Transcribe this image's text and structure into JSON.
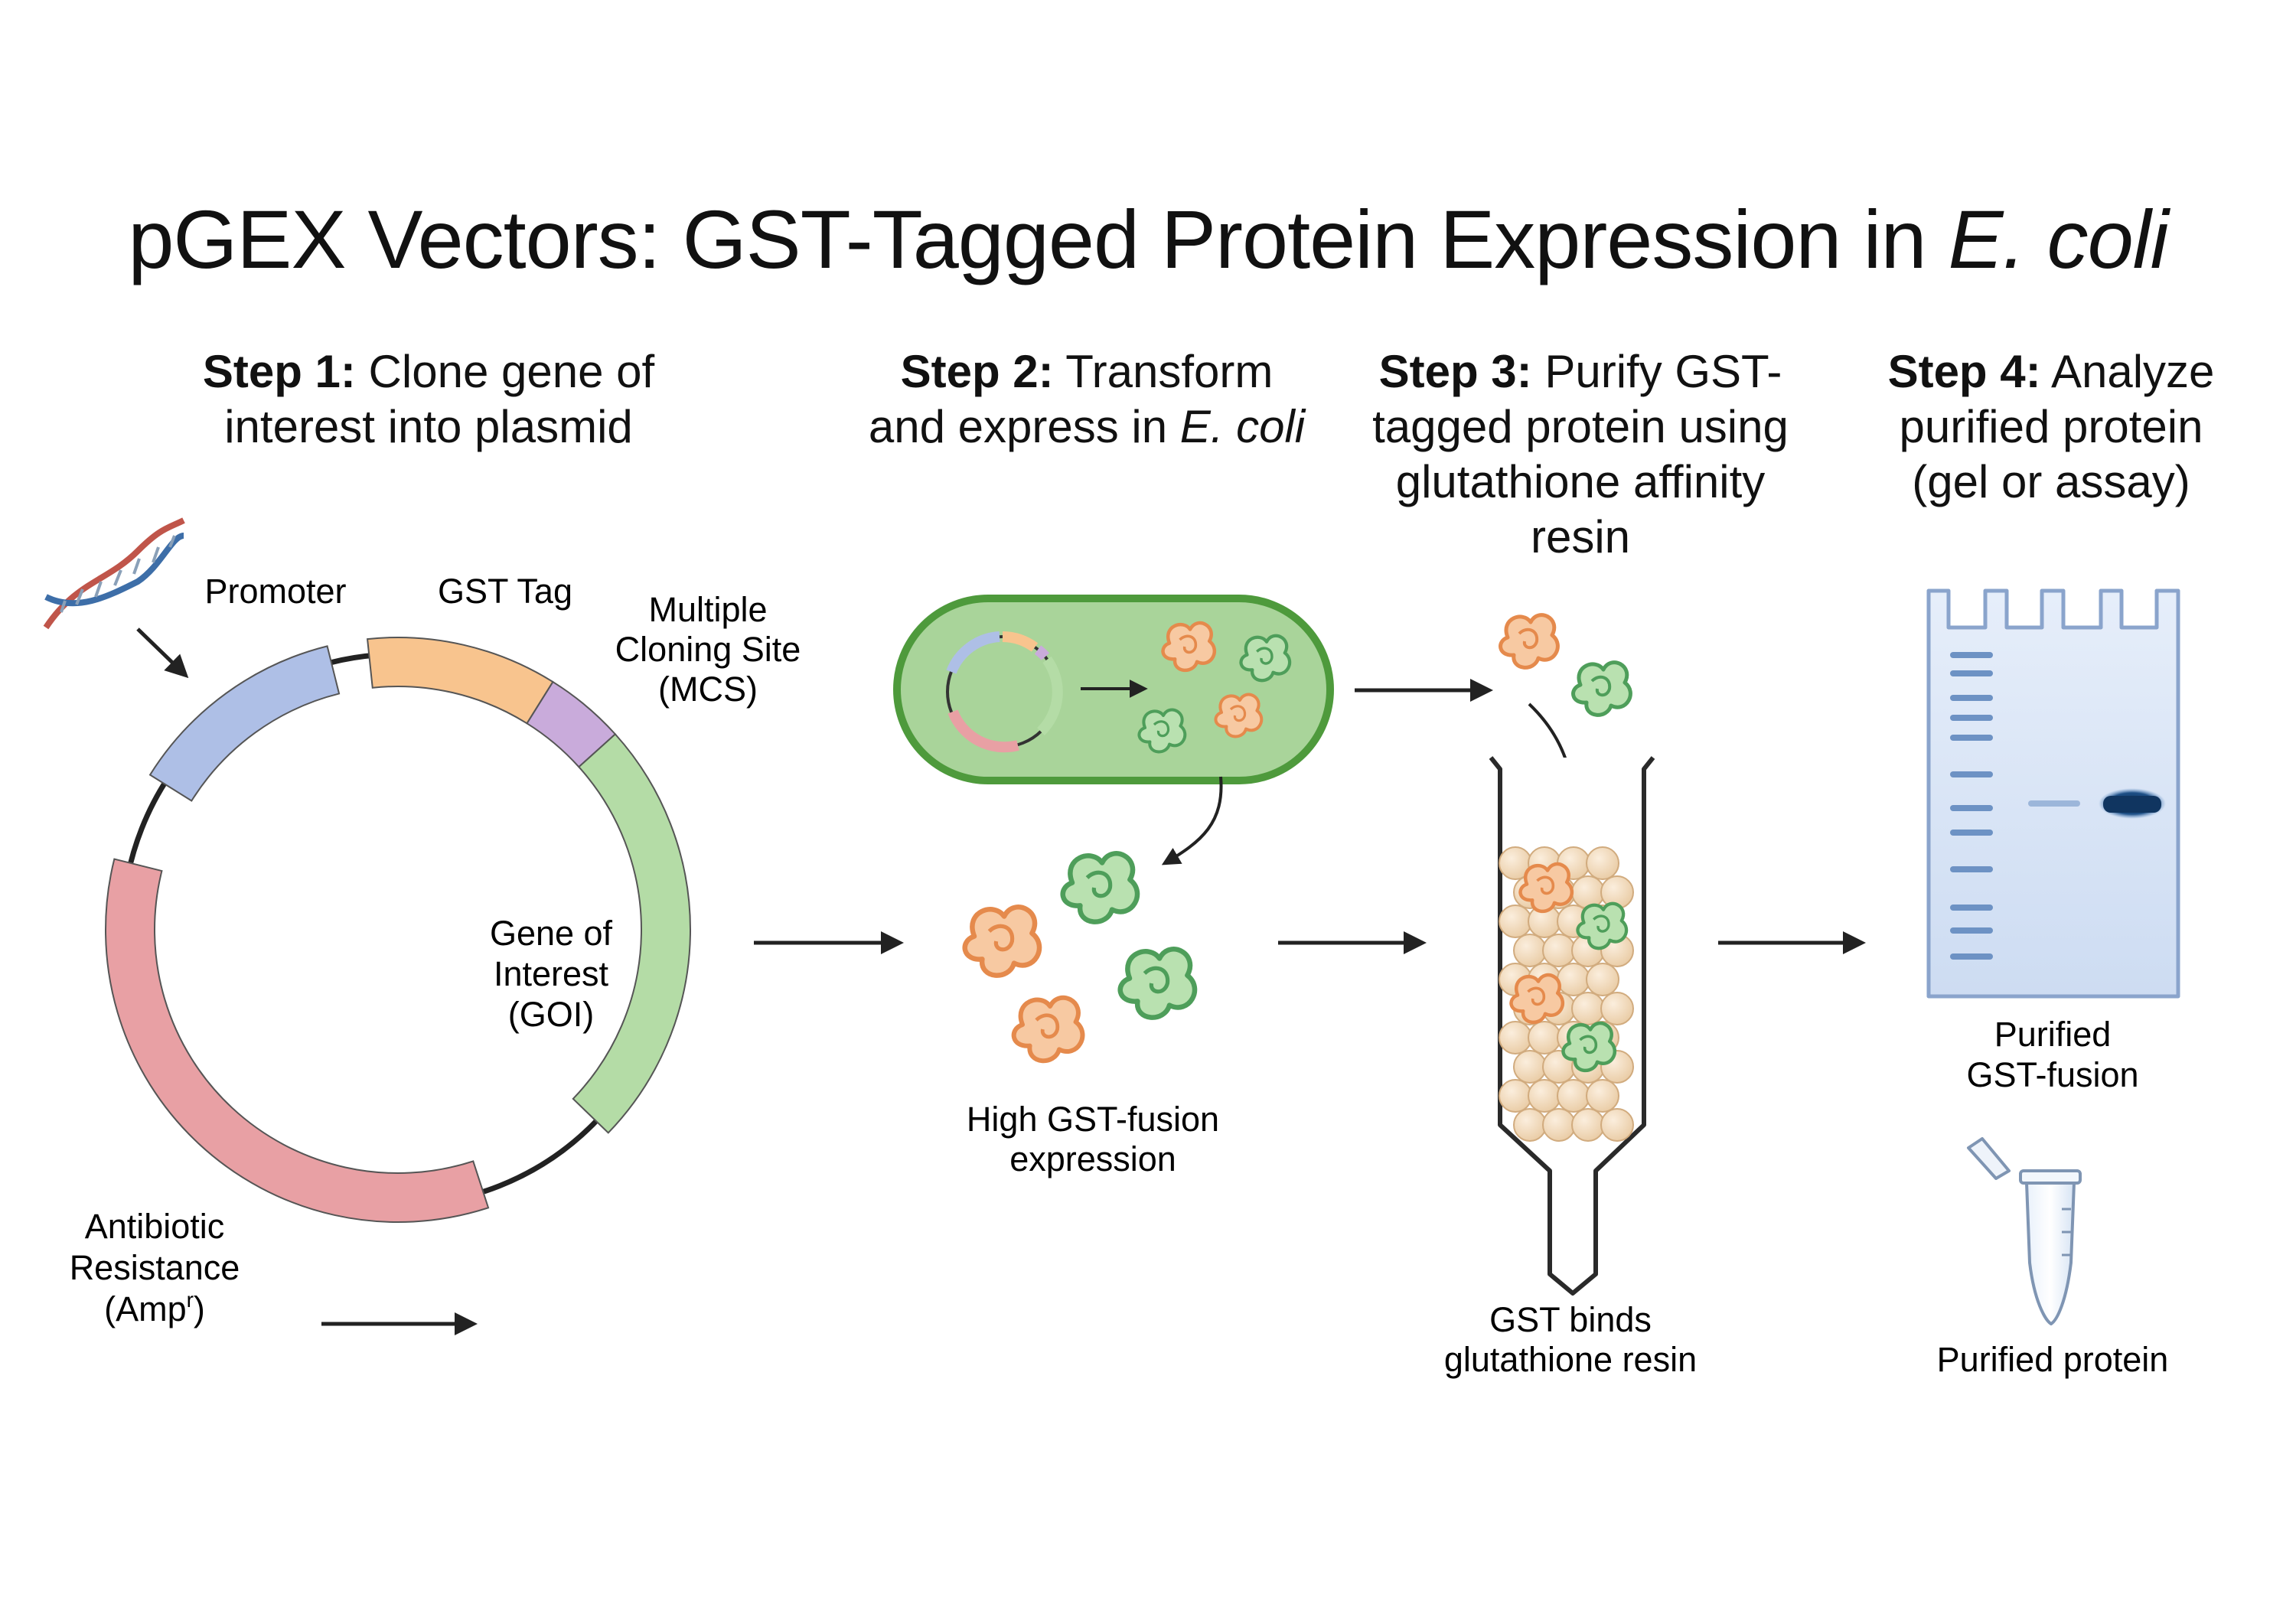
{
  "title": {
    "main": "pGEX Vectors: GST-Tagged Protein Expression in ",
    "organism": "E. coli"
  },
  "steps": [
    {
      "label": "Step 1:",
      "line1": " Clone gene of",
      "line2": "interest into plasmid"
    },
    {
      "label": "Step 2:",
      "line1": " Transform",
      "line2a": "and express in ",
      "line2b": "E. coli"
    },
    {
      "label": "Step 3:",
      "line1": " Purify GST-",
      "line2": "tagged protein using",
      "line3": "glutathione affinity",
      "line4": "resin"
    },
    {
      "label": "Step 4:",
      "line1": " Analyze",
      "line2": "purified protein",
      "line3": "(gel or assay)"
    }
  ],
  "plasmid": {
    "promoter": "Promoter",
    "gst_tag": "GST Tag",
    "mcs": [
      "Multiple",
      "Cloning Site",
      "(MCS)"
    ],
    "goi": [
      "Gene of",
      "Interest",
      "(GOI)"
    ],
    "amp": [
      "Antibiotic",
      "Resistance",
      "(Amp",
      "r",
      ")"
    ]
  },
  "expression_label": [
    "High GST-fusion",
    "expression"
  ],
  "column_label": [
    "GST binds",
    "glutathione resin"
  ],
  "gel_label": [
    "Purified",
    "GST-fusion"
  ],
  "tube_label": "Purified protein",
  "colors": {
    "promoter": "#aebfe6",
    "gst": "#f8c48e",
    "mcs": "#c9abdb",
    "goi": "#b4dca6",
    "amp": "#e8a0a4",
    "cell_fill": "#a9d49a",
    "cell_stroke": "#4e9a3c",
    "bead": "#f2dcbf",
    "gel": "#d6e3f6",
    "band": "#123a66"
  }
}
